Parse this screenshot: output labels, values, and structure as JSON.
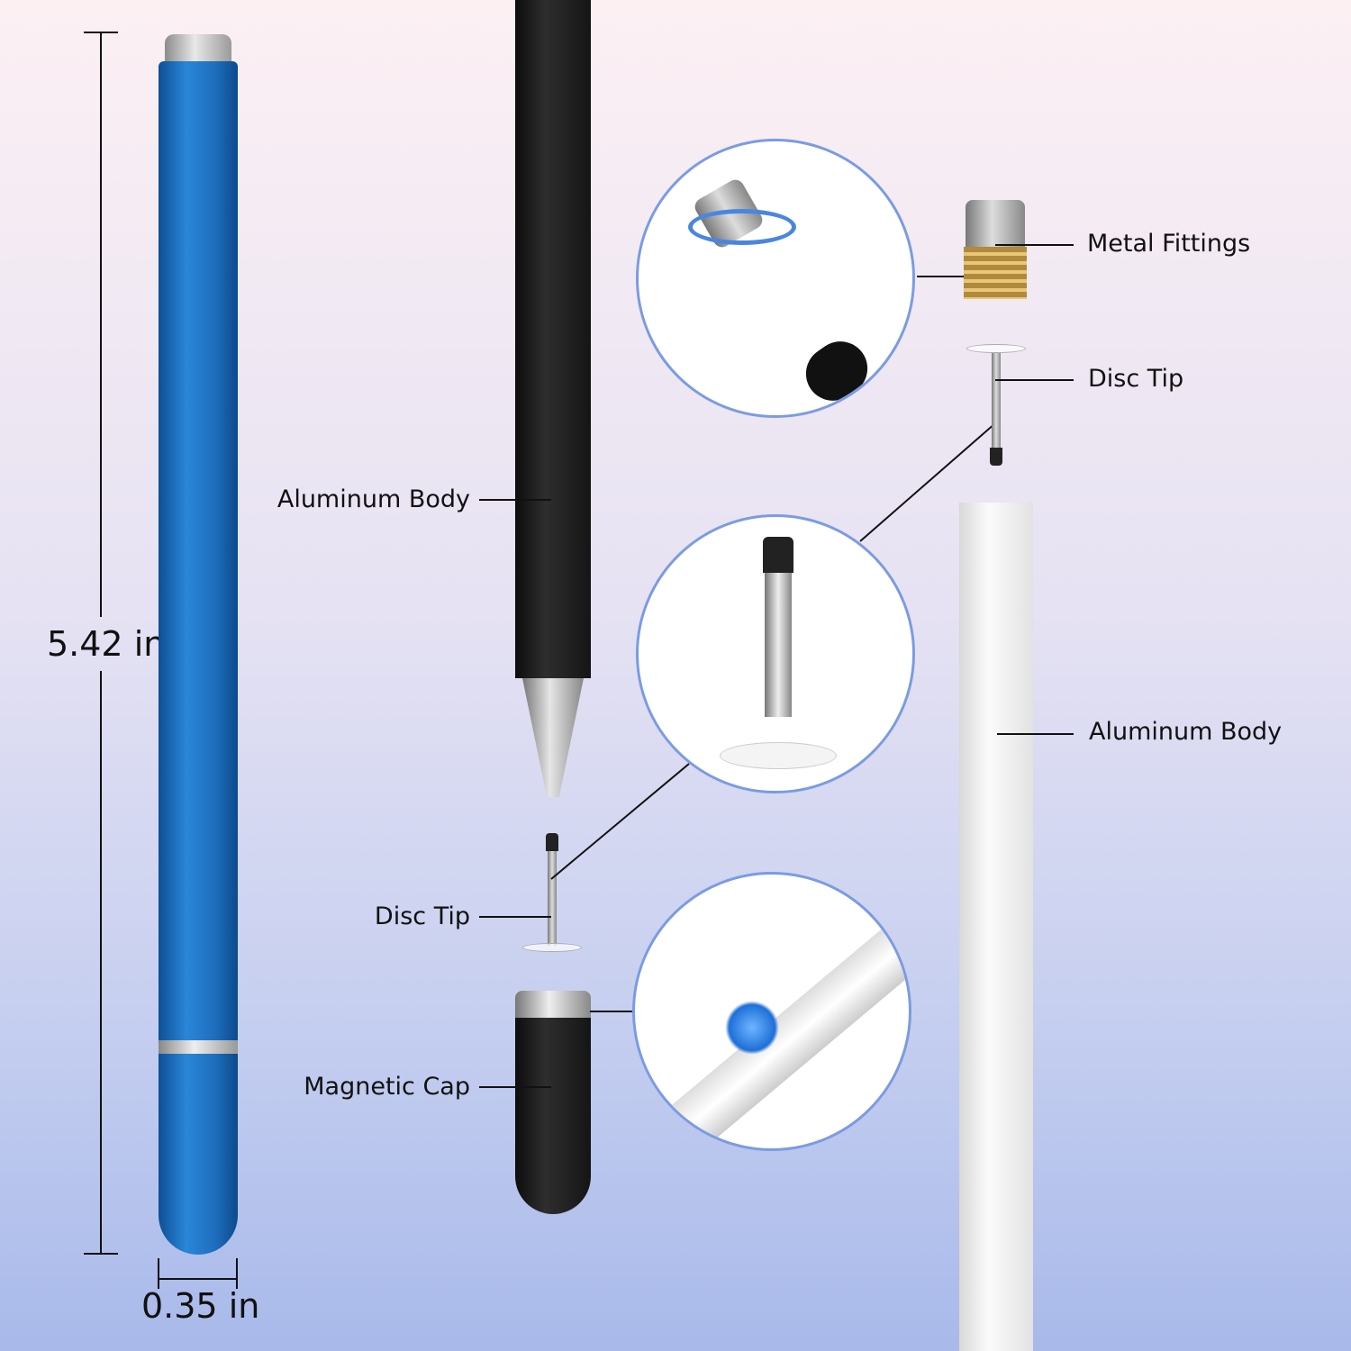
{
  "dimensions": {
    "length": "5.42 in",
    "diameter": "0.35 in"
  },
  "left_labels": {
    "body": "Aluminum Body",
    "disc_tip": "Disc Tip",
    "cap": "Magnetic Cap"
  },
  "right_labels": {
    "fittings": "Metal Fittings",
    "disc_tip": "Disc Tip",
    "body": "Aluminum Body"
  },
  "colors": {
    "pen_blue": "#1f6fbf",
    "circle_border": "#7b9be2",
    "pen_black": "#1c1c1c"
  }
}
